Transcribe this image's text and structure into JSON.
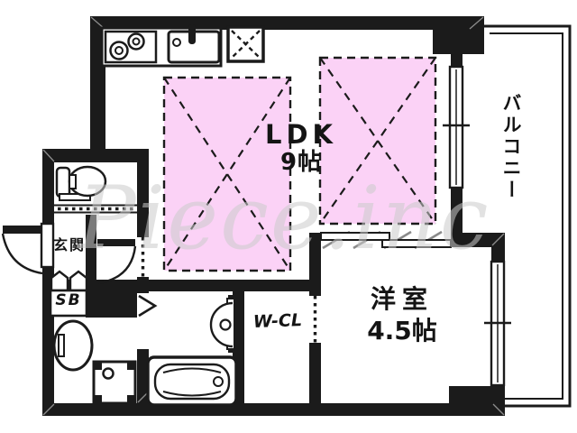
{
  "plan": {
    "type": "apartment-floor-plan",
    "rooms": {
      "ldk": {
        "name": "LDK",
        "size": "9帖"
      },
      "western_room": {
        "name": "洋室",
        "size": "4.5帖"
      },
      "balcony": {
        "name": "バルコニー"
      },
      "entrance": {
        "name": "玄関"
      },
      "shoe_box": {
        "name": "SB"
      },
      "walk_in_closet": {
        "name": "W-CL"
      }
    },
    "watermark": "Piece.inc",
    "colors": {
      "wall": "#1b1b1b",
      "background": "#ffffff",
      "highlight_fill": "#fbd2f6",
      "dashed_border": "#1b1b1b",
      "watermark": "#cacaca",
      "door_shade": "#8a8a8a"
    },
    "fixtures": [
      "gas-stove",
      "kitchen-sink",
      "refrigerator-space",
      "toilet",
      "washbasin",
      "washing-machine-pan",
      "bathtub",
      "bathroom-sink",
      "entrance-door",
      "hall-door",
      "folding-door",
      "sliding-door",
      "accordion-doors",
      "windows",
      "step-marks"
    ]
  }
}
